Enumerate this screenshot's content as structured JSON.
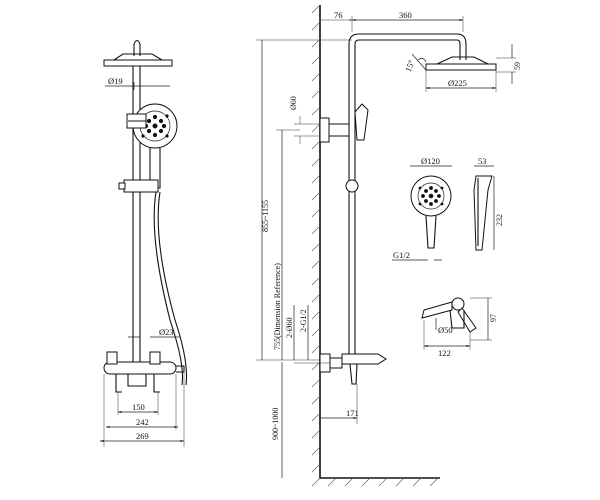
{
  "dims": {
    "d19": "Ø19",
    "d23": "Ø23",
    "w150": "150",
    "w242": "242",
    "w269": "269",
    "w76": "76",
    "w360": "360",
    "h59": "59",
    "angle15": "15°",
    "d225": "Ø225",
    "d60": "Ø60",
    "h855": "855~1155",
    "h755": "755(Dimension Reference)",
    "h900": "900~1000",
    "p2d60": "2-Ø60",
    "p2g12": "2-G1/2",
    "w171": "171",
    "d120": "Ø120",
    "w53": "53",
    "h232": "232",
    "g12": "G1/2",
    "h97": "97",
    "d50": "Ø50",
    "w122": "122"
  },
  "colors": {
    "line": "#111111",
    "background": "#ffffff"
  }
}
